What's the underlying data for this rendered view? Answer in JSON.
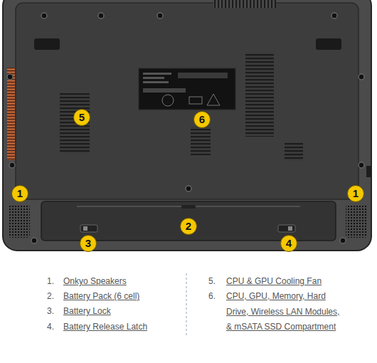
{
  "diagram": {
    "labels": [
      "5",
      "6",
      "1",
      "1",
      "2",
      "3",
      "4",
      "1.",
      "Onkyo Speakers",
      "2.",
      "Battery Pack (6 cell)",
      "3.",
      "Battery Lock",
      "4.",
      "Battery Release Latch",
      "5.",
      "CPU & GPU Cooling Fan",
      "6.",
      "CPU, GPU, Memory, Hard Drive, Wireless LAN Modules, & mSATA SSD Compartment"
    ]
  }
}
